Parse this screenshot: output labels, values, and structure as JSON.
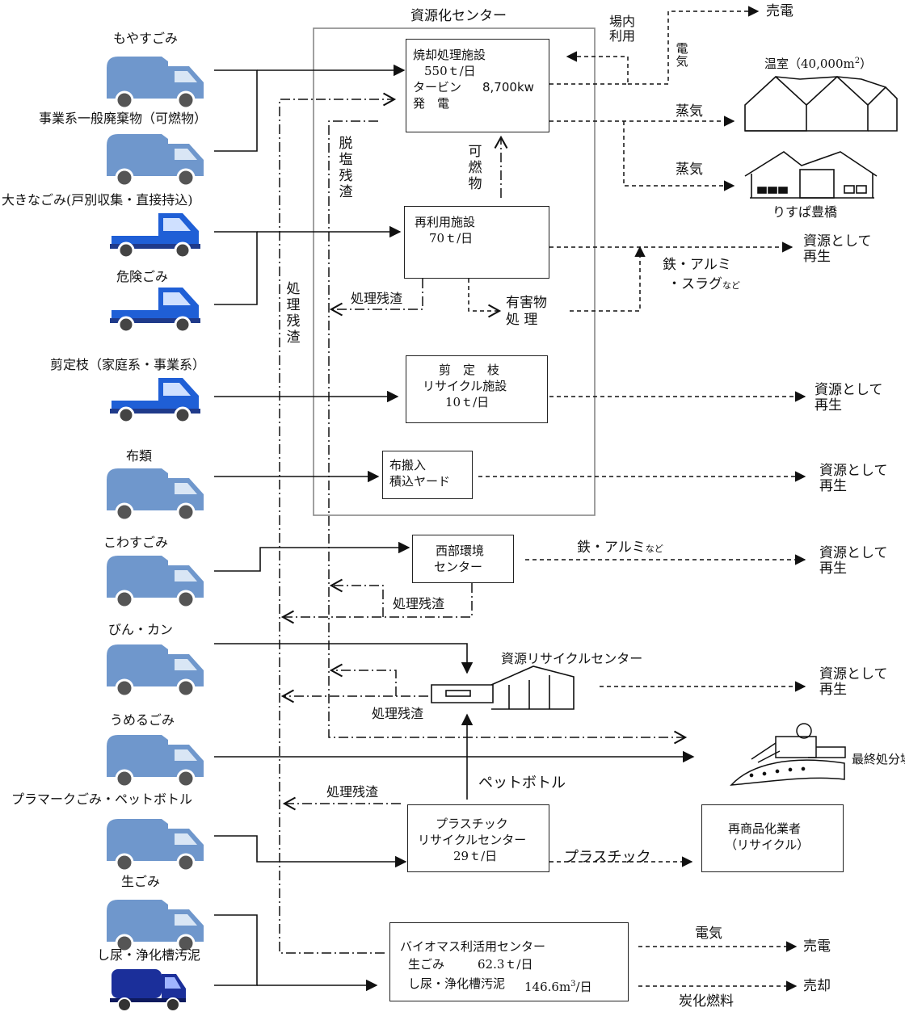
{
  "center_title": "資源化センター",
  "sources": [
    {
      "label": "もやすごみ"
    },
    {
      "label": "事業系一般廃棄物（可燃物）"
    },
    {
      "label": "大きなごみ(戸別収集・直接持込)"
    },
    {
      "label": "危険ごみ"
    },
    {
      "label": "剪定枝（家庭系・事業系）"
    },
    {
      "label": "布類"
    },
    {
      "label": "こわすごみ"
    },
    {
      "label": "びん・カン"
    },
    {
      "label": "うめるごみ"
    },
    {
      "label": "プラマークごみ・ペットボトル"
    },
    {
      "label": "生ごみ"
    },
    {
      "label": "し尿・浄化槽汚泥"
    }
  ],
  "facilities": {
    "incinerator": {
      "l1": "焼却処理施設",
      "l2": "550ｔ/日",
      "l3a": "タービン",
      "l3b": "8,700kw",
      "l4": "発　電"
    },
    "reuse": {
      "l1": "再利用施設",
      "l2": "70ｔ/日"
    },
    "pruning": {
      "l1": "剪　定　枝",
      "l2": "リサイクル施設",
      "l3": "10ｔ/日"
    },
    "cloth": {
      "l1": "布搬入",
      "l2": "積込ヤード"
    },
    "west": {
      "l1": "西部環境",
      "l2": "センター"
    },
    "recycle_center": {
      "l1": "資源リサイクルセンター"
    },
    "plastic": {
      "l1": "プラスチック",
      "l2": "リサイクルセンター",
      "l3": "29ｔ/日"
    },
    "reseller": {
      "l1": "再商品化業者",
      "l2": "（リサイクル）"
    },
    "biomass": {
      "l1": "バイオマス利活用センター",
      "l2a": "生ごみ",
      "l2b": "62.3ｔ/日",
      "l3a": "し尿・浄化槽汚泥",
      "l3b": "146.6m",
      "l3sup": "3",
      "l3c": "/日"
    }
  },
  "labels": {
    "in_plant_use": "場内利用",
    "electricity_v": "電気",
    "sell_power": "売電",
    "greenhouse": "温室（40,000m",
    "greenhouse_sup": "2",
    "greenhouse_end": "）",
    "steam1": "蒸気",
    "steam2": "蒸気",
    "lispa": "りすぱ豊橋",
    "combustible": "可燃物",
    "desalt_residue": "脱塩残渣",
    "treatment_residue_v": "処理残渣",
    "res_reuse": "処理残渣",
    "hazardous": "有害物",
    "hazardous2": "処 理",
    "iron_al_slag1": "鉄・アルミ",
    "iron_al_slag2": "・スラグ",
    "nado1": "など",
    "iron_al": "鉄・アルミ",
    "nado2": "など",
    "res_west": "処理残渣",
    "res_recycle": "処理残渣",
    "res_plastic": "処理残渣",
    "resource1a": "資源として",
    "resource1b": "再生",
    "resource2a": "資源として",
    "resource2b": "再生",
    "resource3a": "資源として",
    "resource3b": "再生",
    "resource4a": "資源として",
    "resource4b": "再生",
    "resource5a": "資源として",
    "resource5b": "再生",
    "landfill": "最終処分場",
    "pet_bottle": "ペットボトル",
    "plastic_label": "プラスチック",
    "bio_electricity": "電気",
    "bio_sell_power": "売電",
    "charcoal": "炭化燃料",
    "sell": "売却"
  },
  "colors": {
    "packer_truck": "#6f97cc",
    "dump_truck": "#1f5fd6",
    "sludge_truck": "#1b2f9a"
  }
}
